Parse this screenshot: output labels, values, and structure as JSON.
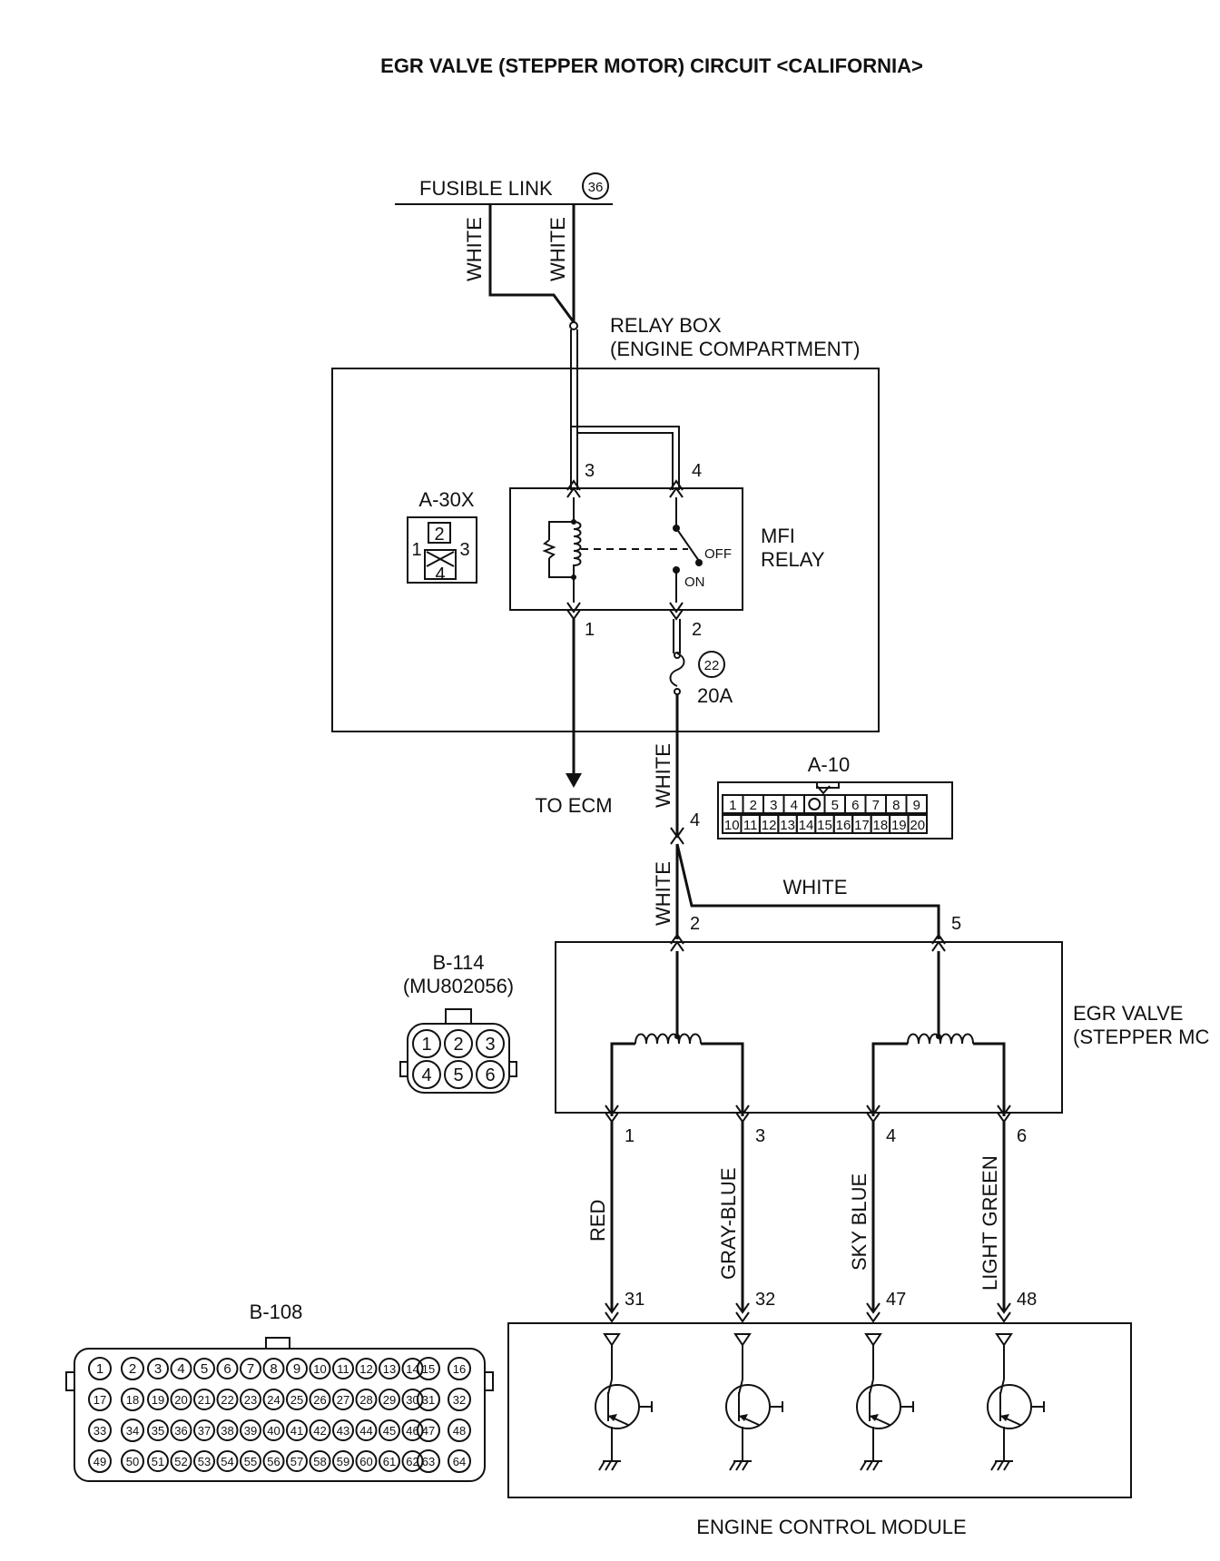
{
  "title": "EGR VALVE (STEPPER MOTOR) CIRCUIT <CALIFORNIA>",
  "fusible_link": {
    "label": "FUSIBLE LINK",
    "number": "36"
  },
  "wire_colors": {
    "white_left": "WHITE",
    "white_right": "WHITE",
    "white_fuse_out": "WHITE",
    "white_junction": "WHITE",
    "white_branch": "WHITE",
    "red": "RED",
    "gray_blue": "GRAY-BLUE",
    "sky_blue": "SKY BLUE",
    "light_green": "LIGHT GREEN"
  },
  "relay_box": {
    "line1": "RELAY BOX",
    "line2": "(ENGINE COMPARTMENT)"
  },
  "connector_a30x": {
    "label": "A-30X",
    "pins": [
      "2",
      "1",
      "3",
      "4"
    ]
  },
  "mfi_relay": {
    "line1": "MFI",
    "line2": "RELAY",
    "off": "OFF",
    "on": "ON",
    "pins": [
      "3",
      "4",
      "1",
      "2"
    ]
  },
  "fuse": {
    "number": "22",
    "rating": "20A"
  },
  "to_ecm": "TO ECM",
  "connector_a10": {
    "label": "A-10",
    "row1": [
      "1",
      "2",
      "3",
      "4",
      "",
      "5",
      "6",
      "7",
      "8",
      "9"
    ],
    "row2": [
      "10",
      "11",
      "12",
      "13",
      "14",
      "15",
      "16",
      "17",
      "18",
      "19",
      "20"
    ]
  },
  "junction_pins": {
    "a10_pin": "4",
    "egr_pin2": "2",
    "egr_pin5": "5"
  },
  "connector_b114": {
    "label": "B-114",
    "part": "(MU802056)",
    "pins": [
      "1",
      "2",
      "3",
      "4",
      "5",
      "6"
    ]
  },
  "egr_valve": {
    "line1": "EGR VALVE",
    "line2": "(STEPPER MC"
  },
  "egr_pins": [
    "1",
    "3",
    "4",
    "6"
  ],
  "ecm_pins": [
    "31",
    "32",
    "47",
    "48"
  ],
  "ecm_label": "ENGINE CONTROL MODULE",
  "connector_b108": {
    "label": "B-108",
    "rows": [
      [
        "1",
        "2",
        "3",
        "4",
        "5",
        "6",
        "7",
        "8",
        "9",
        "10",
        "11",
        "12",
        "13",
        "14",
        "15",
        "16"
      ],
      [
        "17",
        "18",
        "19",
        "20",
        "21",
        "22",
        "23",
        "24",
        "25",
        "26",
        "27",
        "28",
        "29",
        "30",
        "31",
        "32"
      ],
      [
        "33",
        "34",
        "35",
        "36",
        "37",
        "38",
        "39",
        "40",
        "41",
        "42",
        "43",
        "44",
        "45",
        "46",
        "47",
        "48"
      ],
      [
        "49",
        "50",
        "51",
        "52",
        "53",
        "54",
        "55",
        "56",
        "57",
        "58",
        "59",
        "60",
        "61",
        "62",
        "63",
        "64"
      ]
    ]
  }
}
